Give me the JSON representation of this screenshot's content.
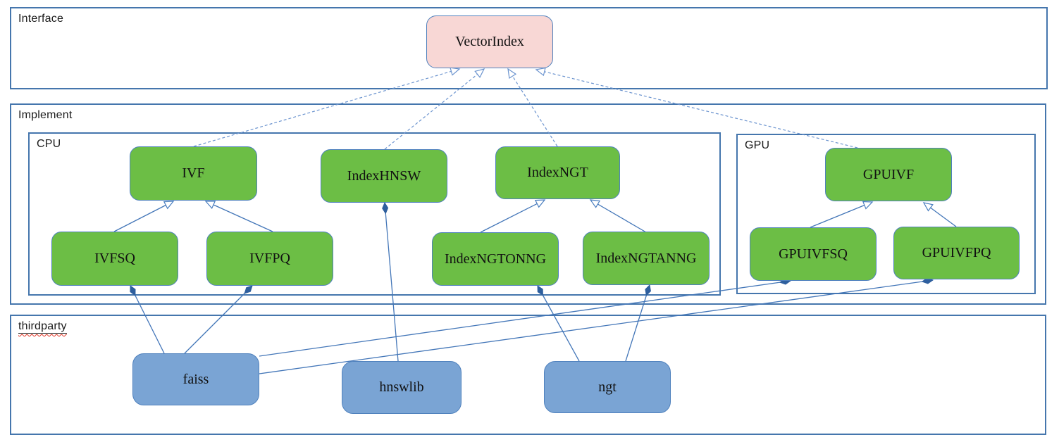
{
  "diagram": {
    "containers": {
      "interface": {
        "label": "Interface"
      },
      "implement": {
        "label": "Implement"
      },
      "cpu": {
        "label": "CPU"
      },
      "gpu": {
        "label": "GPU"
      },
      "thirdparty": {
        "label": "thirdparty"
      }
    },
    "nodes": {
      "vector_index": {
        "label": "VectorIndex",
        "kind": "interface"
      },
      "ivf": {
        "label": "IVF",
        "kind": "implementation"
      },
      "index_hnsw": {
        "label": "IndexHNSW",
        "kind": "implementation"
      },
      "index_ngt": {
        "label": "IndexNGT",
        "kind": "implementation"
      },
      "gpuivf": {
        "label": "GPUIVF",
        "kind": "implementation"
      },
      "ivfsq": {
        "label": "IVFSQ",
        "kind": "implementation"
      },
      "ivfpq": {
        "label": "IVFPQ",
        "kind": "implementation"
      },
      "index_ngtonng": {
        "label": "IndexNGTONNG",
        "kind": "implementation"
      },
      "index_ngtanng": {
        "label": "IndexNGTANNG",
        "kind": "implementation"
      },
      "gpuivfsq": {
        "label": "GPUIVFSQ",
        "kind": "implementation"
      },
      "gpuivfpq": {
        "label": "GPUIVFPQ",
        "kind": "implementation"
      },
      "faiss": {
        "label": "faiss",
        "kind": "thirdparty-library"
      },
      "hnswlib": {
        "label": "hnswlib",
        "kind": "thirdparty-library"
      },
      "ngt": {
        "label": "ngt",
        "kind": "thirdparty-library"
      }
    },
    "edges": [
      {
        "from": "ivf",
        "to": "vector_index",
        "type": "realization"
      },
      {
        "from": "index_hnsw",
        "to": "vector_index",
        "type": "realization"
      },
      {
        "from": "index_ngt",
        "to": "vector_index",
        "type": "realization"
      },
      {
        "from": "gpuivf",
        "to": "vector_index",
        "type": "realization"
      },
      {
        "from": "ivfsq",
        "to": "ivf",
        "type": "generalization"
      },
      {
        "from": "ivfpq",
        "to": "ivf",
        "type": "generalization"
      },
      {
        "from": "index_ngtonng",
        "to": "index_ngt",
        "type": "generalization"
      },
      {
        "from": "index_ngtanng",
        "to": "index_ngt",
        "type": "generalization"
      },
      {
        "from": "gpuivfsq",
        "to": "gpuivf",
        "type": "generalization"
      },
      {
        "from": "gpuivfpq",
        "to": "gpuivf",
        "type": "generalization"
      },
      {
        "from": "ivfsq",
        "to": "faiss",
        "type": "composition"
      },
      {
        "from": "ivfpq",
        "to": "faiss",
        "type": "composition"
      },
      {
        "from": "index_hnsw",
        "to": "hnswlib",
        "type": "composition"
      },
      {
        "from": "index_ngtonng",
        "to": "ngt",
        "type": "composition"
      },
      {
        "from": "index_ngtanng",
        "to": "ngt",
        "type": "composition"
      },
      {
        "from": "gpuivfsq",
        "to": "faiss",
        "type": "composition"
      },
      {
        "from": "gpuivfpq",
        "to": "faiss",
        "type": "composition"
      }
    ],
    "colors": {
      "implementation_node_fill": "#6cbe45",
      "interface_node_fill": "#f8d7d5",
      "thirdparty_node_fill": "#7aa4d4",
      "node_border": "#4f81bd",
      "container_border": "#4576ad",
      "connector": "#4376b8",
      "connector_dashed": "#6c94cf",
      "diamond_fill": "#2e5f9e",
      "spellcheck_squiggle": "#e03020"
    }
  }
}
